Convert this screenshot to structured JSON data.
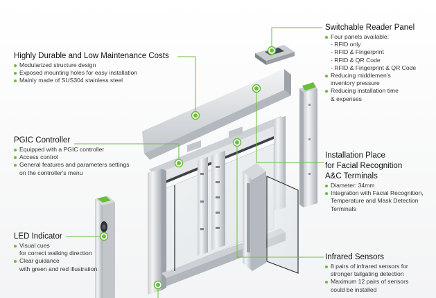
{
  "colors": {
    "accent": "#6abf3a",
    "accent_dark": "#3f9a1d",
    "steel_light": "#e7e9ec",
    "steel_mid": "#c5c9ce",
    "steel_dark": "#8b9096",
    "glass": "#3a3f45"
  },
  "callouts": {
    "durable": {
      "title": "Highly Durable and Low Maintenance Costs",
      "items": [
        "Modularized structure design",
        "Exposed mounting holes for easy installation",
        "Mainly made of SUS304 stainless steel"
      ]
    },
    "pgic": {
      "title": "PGIC Controller",
      "items": [
        "Equipped with a PGIC controller",
        "Access control",
        "General features and parameters settings",
        "on the controller's menu"
      ]
    },
    "led": {
      "title": "LED Indicator",
      "items": [
        "Visual cues",
        "for correct walking direction",
        "Clear guidance",
        "with green and red illustration"
      ]
    },
    "reader": {
      "title": "Switchable Reader Panel",
      "intro": "Four panels available:",
      "options": [
        "- RFID only",
        "- RFID & Fingerprint",
        "- RFID & QR Code",
        "- RFID & Fingerprint & QR Code"
      ],
      "items": [
        "Reducing middlemen's",
        "inventory pressure",
        "Reducing installation time",
        "& expenses"
      ]
    },
    "facial": {
      "title_lines": [
        "Installation Place",
        "for Facial Recognition",
        "A&C Terminals"
      ],
      "items": [
        "Diameter: 34mm",
        "Integration with Facial Recognition,",
        "Temperature and Mask Detection",
        "Terminals"
      ]
    },
    "infrared": {
      "title": "Infrared Sensors",
      "items": [
        "8 pairs of infrared sensors for",
        "stronger tailgating detection",
        "Maximum 12 pairs of sensors",
        "could be installed"
      ]
    }
  }
}
